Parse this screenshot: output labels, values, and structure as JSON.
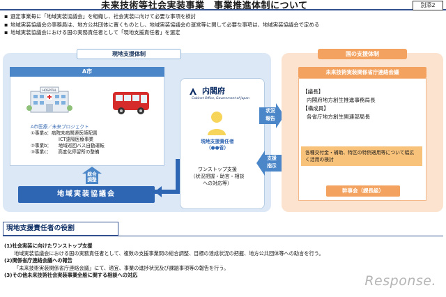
{
  "header": {
    "title": "未来技術等社会実装事業　事業推進体制について",
    "appendix_label": "別添2"
  },
  "bullets": [
    "選定事業毎に「地域実装協議会」を組織し、社会実装に向けて必要な事項を検討",
    "地域実装協議会の事務局は、地方公共団体に置くものとし、地域実装協議会の運営等に関して必要な事項は、地域実装協議会で定める",
    "地域実装協議会における国の実務責任者として「現地支援責任者」を選定"
  ],
  "left": {
    "header": "現地支援体制",
    "city_header": "A市",
    "hospital_sign": "HOSPITAL",
    "project_title": "A市医療／未来プロジェクト",
    "projects": [
      "①事業a：病院未病関連医師配置",
      "ICT遠隔医療事業",
      "②事業b：　　地域巡回バス自動運転",
      "③事業c：　　高度化停留所の整備"
    ],
    "sogo": "総合\n調整",
    "kyogikai": "地域実装協議会",
    "naikakufu_name": "内閣府",
    "naikakufu_sub": "Cabinet Office, Government of Japan",
    "person_label_line1": "現地支援責任者",
    "person_label_line2": "（●●省）",
    "onestop_line1": "ワンストップ支援",
    "onestop_line2": "（状況把握・助言・相談",
    "onestop_line3": "への対応等）"
  },
  "middle": {
    "status_report": "状況\n報告",
    "support_instruction": "支援\n指示"
  },
  "right": {
    "header": "国の支援体制",
    "renraku": "未来技術実装関係省庁連絡会議",
    "chair_label": "【議長】",
    "chair_value": "内閣府地方創生推進事務局長",
    "members_label": "【構成員】",
    "members_value": "各省庁地方創生関連部局長",
    "note": "各種交付金・補助、特区の特例適用等について幅広く活用の検討",
    "kanji": "幹事会（課長級）"
  },
  "roles": {
    "title": "現地支援責任者の役割",
    "items": [
      {
        "heading": "(1)社会実装に向けたワンストップ支援",
        "detail": "地域実装協議会における国の実務責任者として、複数の支援事業間の総合調整、目標の達成状況の把握、地方公共団体等への助言を行う。"
      },
      {
        "heading": "(2)関係省庁連絡会議への報告",
        "detail": "「未来技術実装関係省庁連絡会議」にて、適宜、事業の進捗状況及び課題事項等の報告を行う。"
      },
      {
        "heading": "(3)その他未来技術社会実装事業全般に関する相談への対応",
        "detail": ""
      }
    ]
  },
  "watermark": "Response.",
  "colors": {
    "blue_accent": "#2f66b3",
    "blue_light": "#dce8f5",
    "orange_accent": "#f3a25f",
    "orange_light": "#fbe3d0"
  }
}
